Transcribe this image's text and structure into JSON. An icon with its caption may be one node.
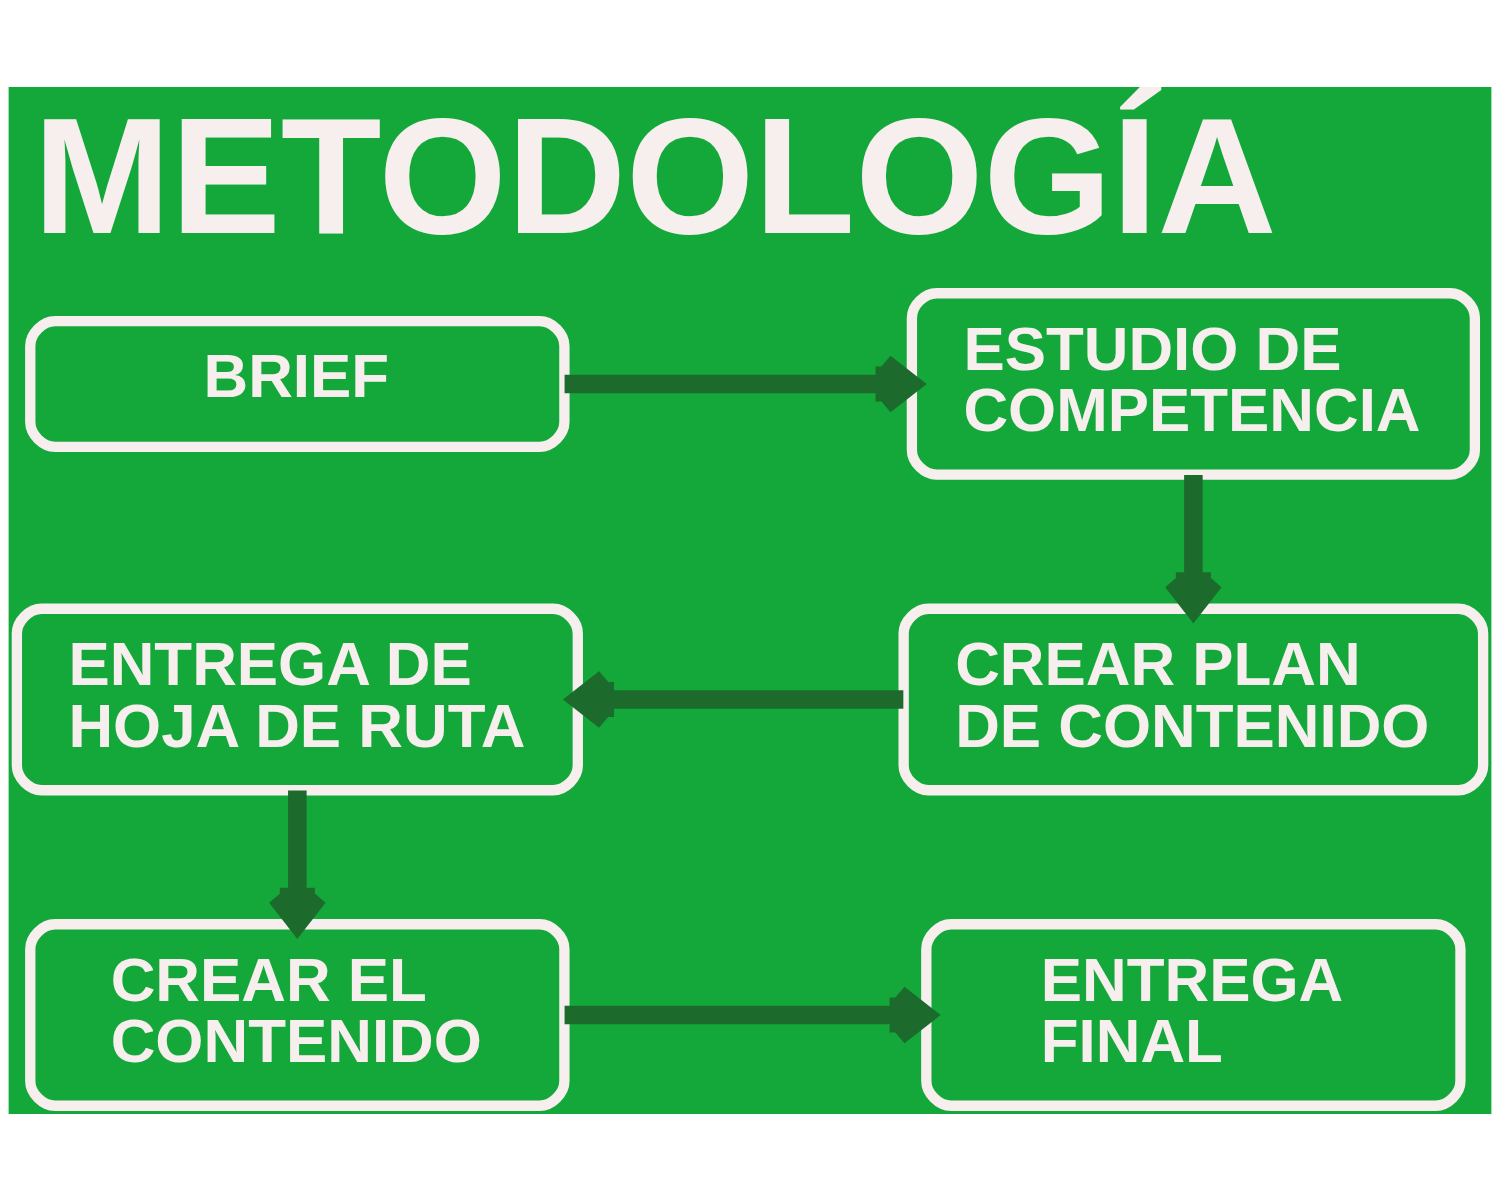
{
  "diagram": {
    "title": "METODOLOGÍA",
    "nodes": [
      {
        "text": [
          "BRIEF"
        ]
      },
      {
        "text": [
          "ESTUDIO DE COMPETENCIA"
        ]
      },
      {
        "text": [
          "CREAR PLAN DE CONTENIDO"
        ]
      },
      {
        "text": [
          "ENTREGA DE HOJA DE RUTA"
        ]
      },
      {
        "text": [
          "CREAR EL CONTENIDO"
        ]
      },
      {
        "text": [
          "ENTREGA FINAL"
        ]
      }
    ],
    "edges": [
      {
        "from": 0,
        "to": 1,
        "arrow": "to"
      },
      {
        "from": 1,
        "to": 2,
        "arrow": "to"
      },
      {
        "from": 2,
        "to": 3,
        "arrow": "to"
      },
      {
        "from": 3,
        "to": 4,
        "arrow": "to"
      },
      {
        "from": 4,
        "to": 5,
        "arrow": "to"
      }
    ]
  }
}
